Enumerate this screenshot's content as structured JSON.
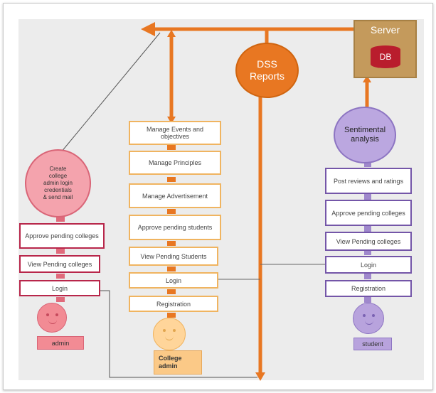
{
  "server": {
    "label": "Server",
    "db_label": "DB"
  },
  "dss": {
    "label": "DSS Reports"
  },
  "college_admin": {
    "items": [
      "Manage Events and objectives",
      "Manage Principles",
      "Manage Advertisement",
      "Approve pending students",
      "View Pending Students",
      "Login",
      "Registration"
    ],
    "actor_label": "College admin"
  },
  "admin": {
    "circle_label": "Create college admin login credentials & send mail",
    "items": [
      "Approve pending colleges",
      "View Pending colleges",
      "Login"
    ],
    "actor_label": "admin"
  },
  "student": {
    "circle_label": "Sentimental analysis",
    "items": [
      "Post reviews and ratings",
      "Approve pending colleges",
      "View Pending colleges",
      "Login",
      "Registration"
    ],
    "actor_label": "student"
  },
  "colors": {
    "orange": "#e87722",
    "pink": "#f28b94",
    "purple": "#b8a3dd",
    "server": "#c49a5c",
    "db": "#b91d2d"
  }
}
